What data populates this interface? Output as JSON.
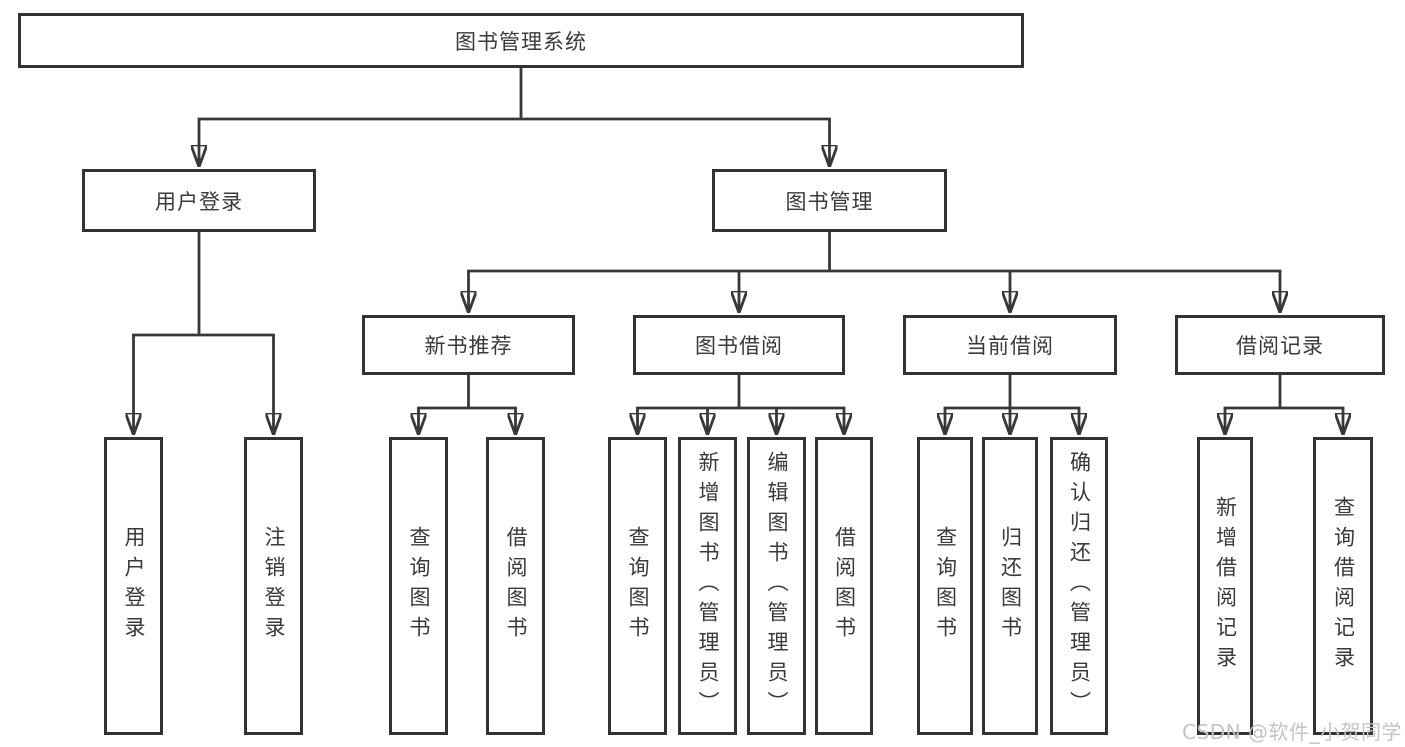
{
  "tree": {
    "root": {
      "label": "图书管理系统"
    },
    "user_login": {
      "label": "用户登录",
      "children": [
        {
          "label": "用户登录"
        },
        {
          "label": "注销登录"
        }
      ]
    },
    "book_mgmt": {
      "label": "图书管理"
    },
    "new_book_rec": {
      "label": "新书推荐",
      "children": [
        {
          "label": "查询图书"
        },
        {
          "label": "借阅图书"
        }
      ]
    },
    "book_borrow": {
      "label": "图书借阅",
      "children": [
        {
          "label": "查询图书"
        },
        {
          "label": "新增图书（管理员）"
        },
        {
          "label": "编辑图书（管理员）"
        },
        {
          "label": "借阅图书"
        }
      ]
    },
    "current_borrow": {
      "label": "当前借阅",
      "children": [
        {
          "label": "查询图书"
        },
        {
          "label": "归还图书"
        },
        {
          "label": "确认归还（管理员）"
        }
      ]
    },
    "borrow_records": {
      "label": "借阅记录",
      "children": [
        {
          "label": "新增借阅记录"
        },
        {
          "label": "查询借阅记录"
        }
      ]
    }
  },
  "watermark": {
    "text": "CSDN @软件_小贺同学",
    "color": "#c7c3c3"
  },
  "colors": {
    "line": "#383838",
    "box_border": "#333333",
    "text": "#3a3a3a",
    "background": "#ffffff"
  }
}
